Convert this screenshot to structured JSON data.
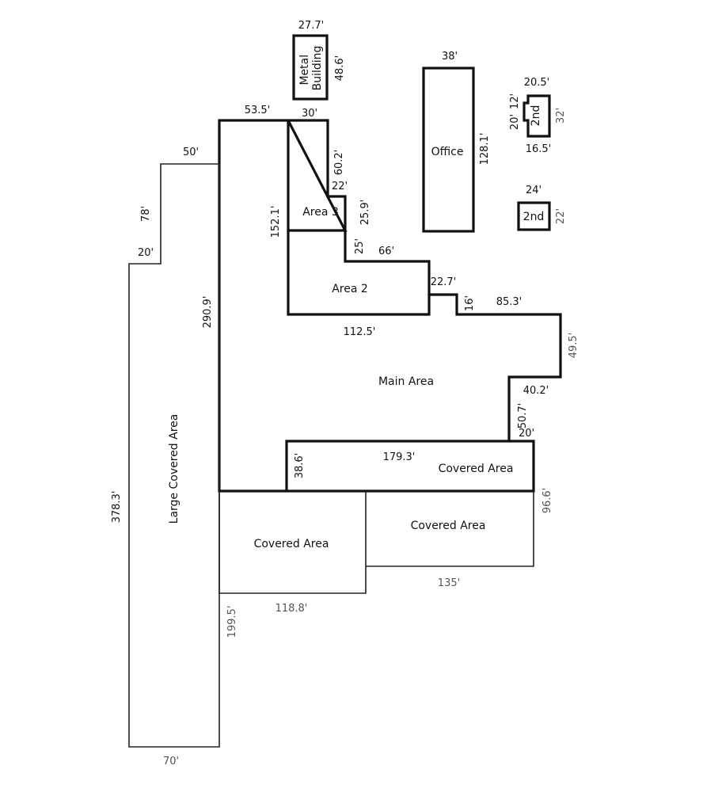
{
  "areas": {
    "metal_building": [
      "Metal",
      "Building"
    ],
    "office": "Office",
    "second_floor_a": "2nd",
    "second_floor_b": "2nd",
    "area_3": "Area 3",
    "area_2": "Area 2",
    "main_area": "Main Area",
    "large_covered_area": "Large Covered Area",
    "covered_area_top": "Covered Area",
    "covered_area_right": "Covered Area",
    "covered_area_left": "Covered Area"
  },
  "dimensions": {
    "metal_width": "27.7'",
    "metal_height": "48.6'",
    "office_width": "38'",
    "office_height": "128.1'",
    "second_a_top": "20.5'",
    "second_a_left": "20'",
    "second_a_notch": "12'",
    "second_a_right": "32'",
    "second_a_bottom": "16.5'",
    "second_b_top": "24'",
    "second_b_right": "22'",
    "main_top": "53.5'",
    "area3_top": "30'",
    "area3_right_upper": "60.2'",
    "area3_step": "22'",
    "area3_right_lower": "25.9'",
    "area3_left": "152.1'",
    "area2_step": "25'",
    "area2_top": "66'",
    "area2_right": "22.7'",
    "main_step_16": "16'",
    "main_top_right": "85.3'",
    "main_right": "49.5'",
    "main_inset": "40.2'",
    "main_right_lower": "50.7'",
    "main_step_20": "20'",
    "area2_bottom": "112.5'",
    "main_left": "290.9'",
    "large_top": "50'",
    "large_upper_left": "78'",
    "large_step": "20'",
    "large_left": "378.3'",
    "large_bottom": "70'",
    "covered_top_height": "38.6'",
    "covered_top_width": "179.3'",
    "covered_right_height": "96.6'",
    "covered_right_bottom": "135'",
    "covered_left_side": "199.5'",
    "covered_left_bottom": "118.8'"
  }
}
